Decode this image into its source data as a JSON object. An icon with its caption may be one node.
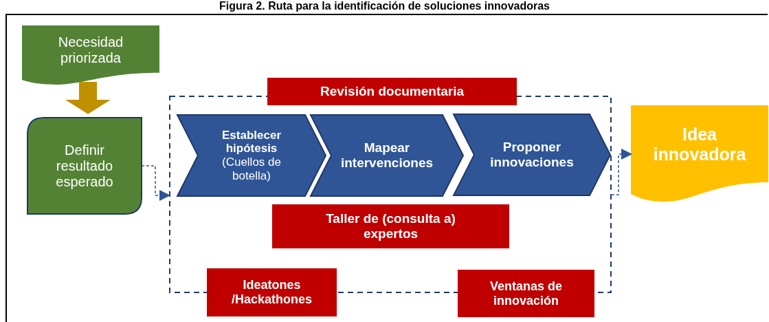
{
  "diagram": {
    "title": "Figura 2. Ruta para la identificación de soluciones innovadoras",
    "nodes": [
      {
        "text": [
          "Necesidad priorizada"
        ]
      },
      {
        "text": [
          "Definir resultado esperado"
        ]
      },
      {
        "text": [],
        "shape": "box"
      },
      {
        "text": [
          "Revisión documentaria"
        ]
      },
      {
        "text": [
          "**Establecer hipótesis** (Cuellos de botella)"
        ],
        "in": 2
      },
      {
        "text": [
          "Mapear intervenciones"
        ],
        "in": 2
      },
      {
        "text": [
          "Proponer innovaciones"
        ],
        "in": 2
      },
      {
        "text": [
          "Taller de (consulta a) expertos"
        ],
        "in": 2
      },
      {
        "text": [
          "Ideatones /Hackathones"
        ]
      },
      {
        "text": [
          "Ventanas de innovación"
        ]
      },
      {
        "text": [
          "Idea innovadora"
        ]
      }
    ],
    "edges": [
      {
        "from": 0,
        "to": 1,
        "arrow": "to",
        "style": "thick",
        "color": "#bf9000"
      },
      {
        "from": 1,
        "to": 2,
        "arrow": "to",
        "style": "dashed"
      },
      {
        "from": 2,
        "to": 10,
        "arrow": "to",
        "style": "dashed"
      }
    ]
  }
}
